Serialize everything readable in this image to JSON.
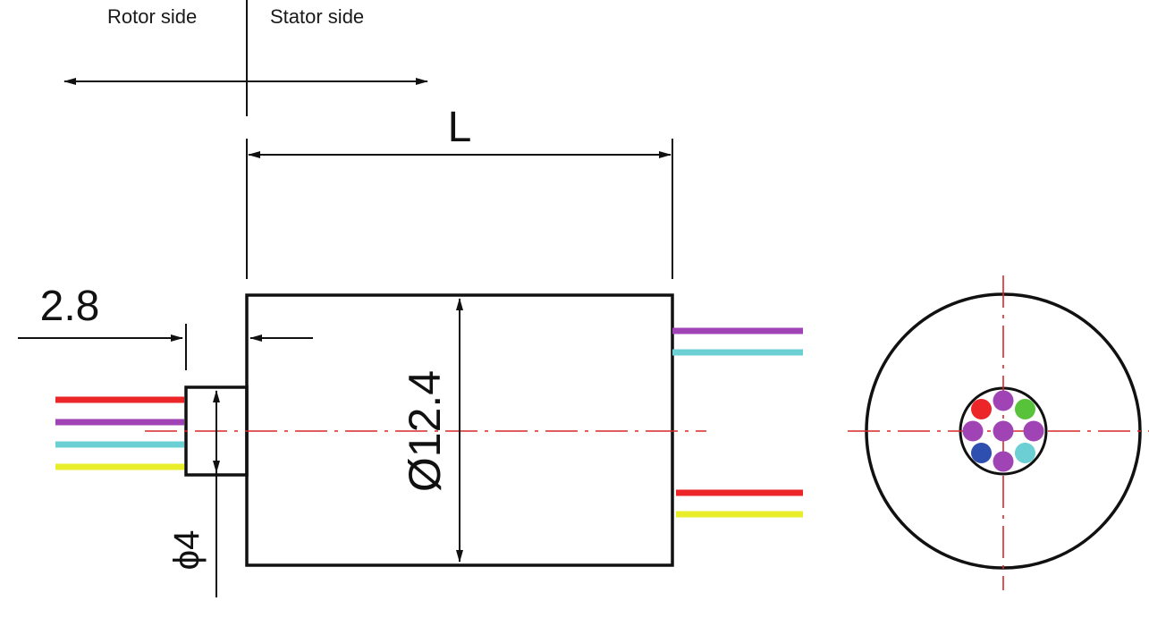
{
  "labels": {
    "rotor_side": "Rotor side",
    "stator_side": "Stator side",
    "length": "L",
    "shaft_length": "2.8",
    "body_diameter": "Ø12.4",
    "shaft_diameter": "ϕ4"
  },
  "colors": {
    "outline": "#111111",
    "centerline": "#d62828",
    "red": "#ec2529",
    "purple": "#a043b4",
    "cyan": "#6ccfd3",
    "yellow": "#e8ee2a",
    "green": "#58c23a",
    "blue": "#2f4fb0"
  },
  "wires": {
    "rotor": [
      "red",
      "purple",
      "cyan",
      "yellow"
    ],
    "stator_top": [
      "purple",
      "cyan"
    ],
    "stator_bottom": [
      "red",
      "yellow"
    ]
  },
  "end_view": {
    "dots": [
      "red",
      "purple",
      "green",
      "purple",
      "purple",
      "purple",
      "blue",
      "purple",
      "cyan"
    ]
  }
}
